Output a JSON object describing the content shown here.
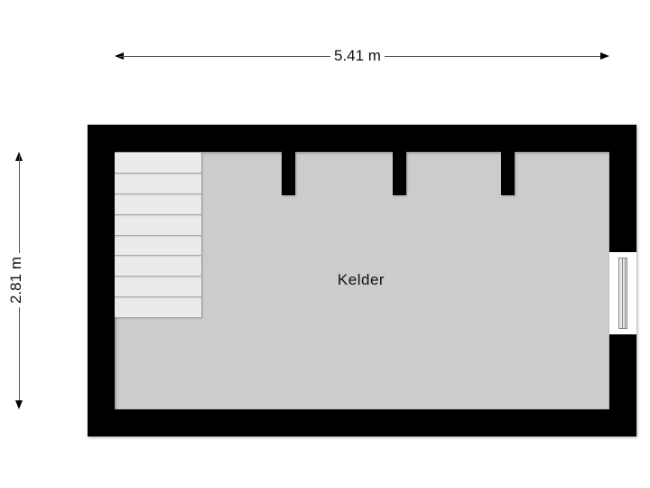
{
  "floorplan": {
    "room": {
      "label": "Kelder"
    },
    "dimensions": {
      "width": {
        "label": "5.41 m"
      },
      "depth": {
        "label": "2.81 m"
      }
    },
    "stair": {
      "tread_count": 8
    },
    "pillars": 3,
    "window": {
      "side": "right"
    },
    "colors": {
      "wall": "#000000",
      "floor": "#cccccc",
      "stair": "#ebebeb",
      "background": "#ffffff"
    }
  }
}
